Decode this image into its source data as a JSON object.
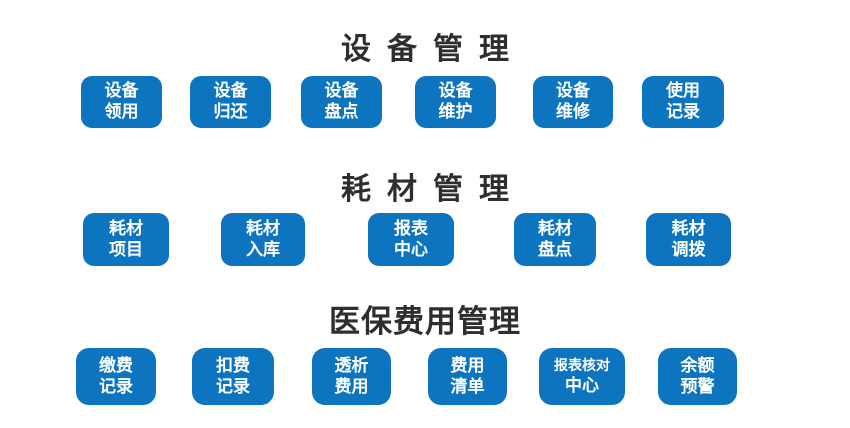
{
  "colors": {
    "button_blue": "#0d74c0",
    "title_color": "#2e2e2e",
    "button_text": "#ffffff",
    "background": "#ffffff"
  },
  "sections": [
    {
      "title": "设备管理",
      "buttons": [
        {
          "line1": "设备",
          "line2": "领用"
        },
        {
          "line1": "设备",
          "line2": "归还"
        },
        {
          "line1": "设备",
          "line2": "盘点"
        },
        {
          "line1": "设备",
          "line2": "维护"
        },
        {
          "line1": "设备",
          "line2": "维修"
        },
        {
          "line1": "使用",
          "line2": "记录"
        }
      ]
    },
    {
      "title": "耗材管理",
      "buttons": [
        {
          "line1": "耗材",
          "line2": "项目"
        },
        {
          "line1": "耗材",
          "line2": "入库"
        },
        {
          "line1": "报表",
          "line2": "中心"
        },
        {
          "line1": "耗材",
          "line2": "盘点"
        },
        {
          "line1": "耗材",
          "line2": "调拨"
        }
      ]
    },
    {
      "title": "医保费用管理",
      "buttons": [
        {
          "line1": "缴费",
          "line2": "记录"
        },
        {
          "line1": "扣费",
          "line2": "记录"
        },
        {
          "line1": "透析",
          "line2": "费用"
        },
        {
          "line1": "费用",
          "line2": "清单"
        },
        {
          "line1": "报表核对",
          "line2": "中心"
        },
        {
          "line1": "余额",
          "line2": "预警"
        }
      ]
    }
  ]
}
